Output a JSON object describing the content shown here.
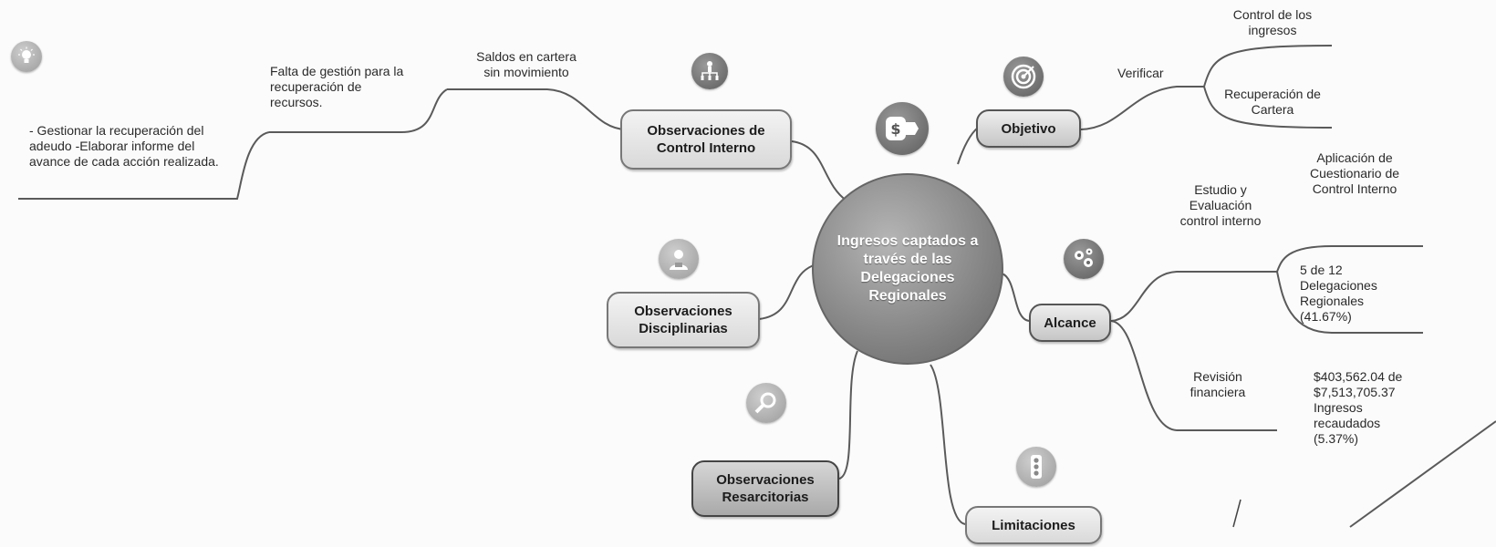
{
  "center": {
    "label": "Ingresos captados a través de las Delegaciones Regionales"
  },
  "nodes": {
    "objetivo": "Objetivo",
    "alcance": "Alcance",
    "limitaciones": "Limitaciones",
    "control_interno": "Observaciones de Control Interno",
    "disciplinarias": "Observaciones Disciplinarias",
    "resarcitorias": "Observaciones Resarcitorias"
  },
  "objetivo_branch": {
    "verificar": "Verificar",
    "control_ingresos": "Control de los ingresos",
    "recuperacion": "Recuperación de Cartera"
  },
  "alcance_branch": {
    "estudio": "Estudio y Evaluación control interno",
    "cuestionario": "Aplicación de Cuestionario de Control Interno",
    "delegaciones": "5 de 12 Delegaciones Regionales (41.67%)",
    "revision": "Revisión financiera",
    "montos": "$403,562.04 de $7,513,705.37 Ingresos recaudados (5.37%)"
  },
  "control_interno_branch": {
    "saldos": "Saldos en cartera sin movimiento",
    "falta": "Falta de gestión para la recuperación de recursos.",
    "acciones": "- Gestionar la recuperación del adeudo -Elaborar informe del avance de cada acción realizada."
  },
  "icons": [
    "lightbulb-icon",
    "org-chart-icon",
    "target-icon",
    "money-hand-icon",
    "gears-icon",
    "person-icon",
    "magnifier-icon",
    "traffic-light-icon"
  ],
  "colors": {
    "node_fill": "#c8c8c8",
    "center_fill": "#8a8a8a",
    "line": "#555555"
  }
}
